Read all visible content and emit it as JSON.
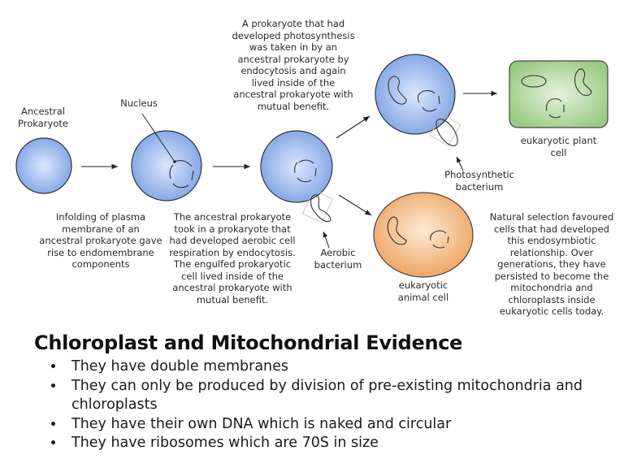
{
  "diagram": {
    "labels": {
      "ancestral_prokaryote": "Ancestral\nProkaryote",
      "nucleus": "Nucleus",
      "photosynthesis_note": "A prokaryote that had developed photosynthesis was taken in by an ancestral prokaryote by endocytosis and again lived inside of the ancestral prokaryote with mutual benefit.",
      "plant_cell": "eukaryotic plant cell",
      "photosynthetic_bacterium": "Photosynthetic bacterium",
      "infolding_note": "Infolding of plasma membrane of an ancestral prokaryote gave rise to endomembrane components",
      "aerobic_note": "The ancestral prokaryote took in a prokaryote that had developed aerobic cell respiration by endocytosis. The engulfed prokaryotic cell lived inside of the ancestral prokaryote with mutual benefit.",
      "aerobic_bacterium": "Aerobic bacterium",
      "animal_cell": "eukaryotic animal cell",
      "natural_selection_note": "Natural selection favoured cells that had developed this endosymbiotic relationship. Over generations, they have persisted to become the mitochondria and chloroplasts inside eukaryotic cells today."
    },
    "colors": {
      "prokaryote_blue": "#7fa3e6",
      "prokaryote_blue_light": "#d8e6fb",
      "plant_green": "#9ccc84",
      "plant_green_light": "#e2f2d9",
      "animal_orange": "#f0a865",
      "animal_orange_light": "#fde9d6",
      "outline": "#333333"
    }
  },
  "evidence": {
    "title": "Chloroplast and Mitochondrial Evidence",
    "items": [
      "They have double membranes",
      "They can only be produced by division of pre-existing mitochondria and chloroplasts",
      "They have their own DNA which is naked and circular",
      "They have ribosomes which are 70S in size"
    ]
  }
}
